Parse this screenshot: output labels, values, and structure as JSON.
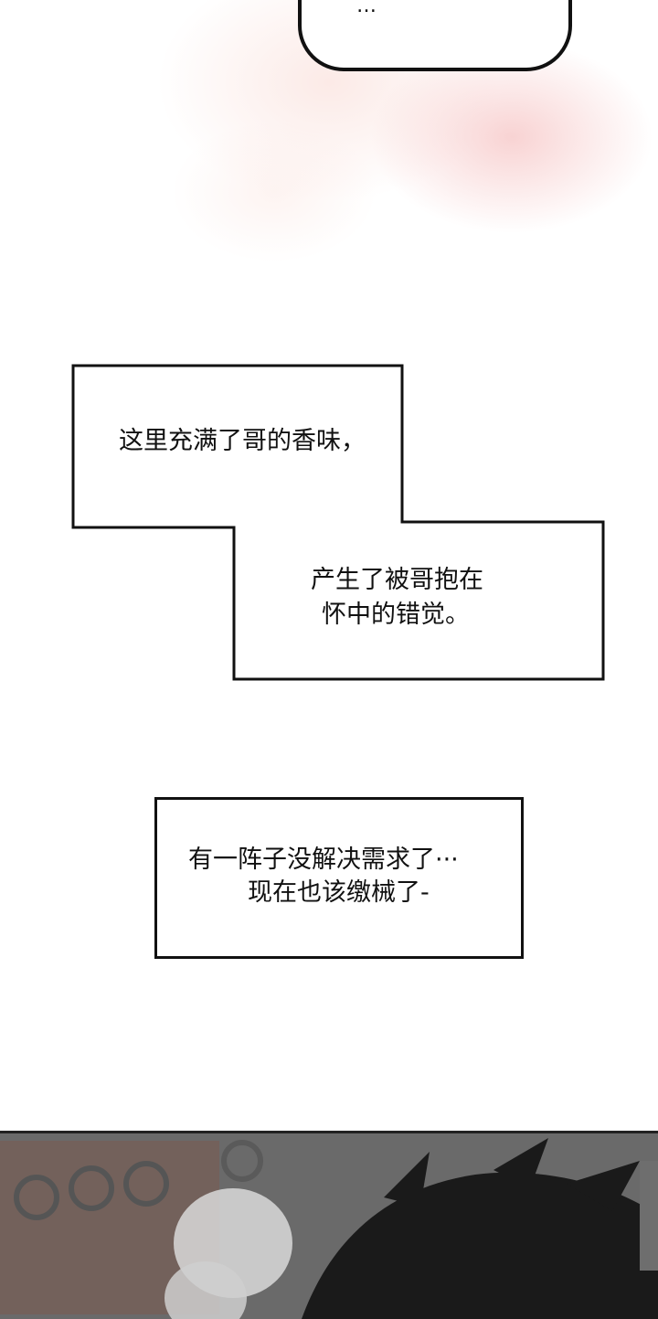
{
  "bubbles": {
    "top_partial": "…",
    "box1_line1": "这里充满了哥的香味，",
    "box2_line1": "产生了被哥抱在",
    "box2_line2": "怀中的错觉。",
    "box3_line1": "有一阵子没解决需求了···",
    "box3_line2": "现在也该缴械了-"
  }
}
